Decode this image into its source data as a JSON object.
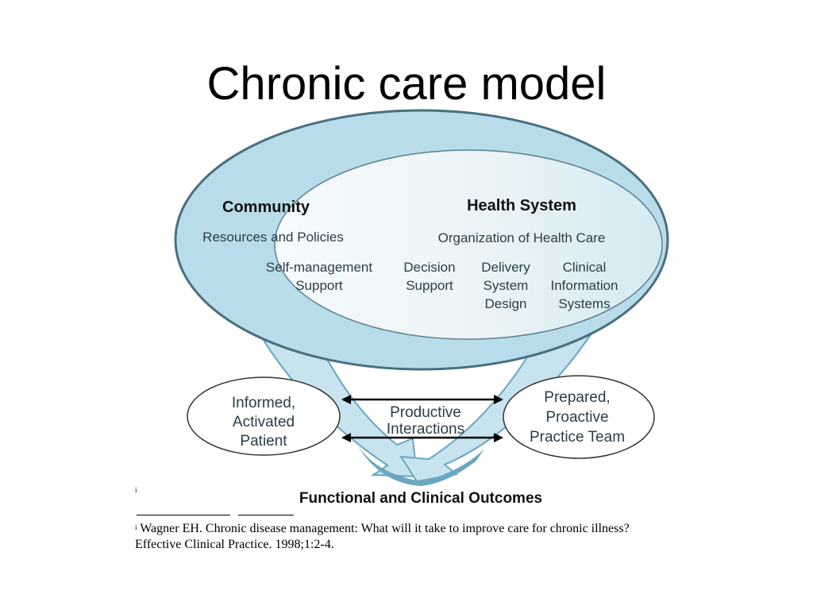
{
  "slide": {
    "title": "Chronic care model"
  },
  "diagram": {
    "community": {
      "heading": "Community",
      "subheading": "Resources and Policies",
      "component_line1": "Self-management",
      "component_line2": "Support"
    },
    "health_system": {
      "heading": "Health System",
      "subheading": "Organization of Health Care",
      "components": [
        {
          "line1": "Decision",
          "line2": "Support",
          "line3": ""
        },
        {
          "line1": "Delivery",
          "line2": "System",
          "line3": "Design"
        },
        {
          "line1": "Clinical",
          "line2": "Information",
          "line3": "Systems"
        }
      ]
    },
    "patient": {
      "line1": "Informed,",
      "line2": "Activated",
      "line3": "Patient"
    },
    "team": {
      "line1": "Prepared,",
      "line2": "Proactive",
      "line3": "Practice Team"
    },
    "interactions": {
      "line1": "Productive",
      "line2": "Interactions"
    },
    "outcomes": "Functional and Clinical Outcomes"
  },
  "footnote": {
    "marker": "i",
    "text": "Wagner EH. Chronic disease management: What will it take to improve care for chronic illness? Effective Clinical Practice. 1998;1:2-4."
  },
  "colors": {
    "outer_fill": "#b8dce9",
    "outer_stroke": "#4a6f80",
    "arrow_fill": "#c6e3ee",
    "arrow_stroke": "#6aa6c0",
    "inner_fill": "#eef6f9"
  }
}
